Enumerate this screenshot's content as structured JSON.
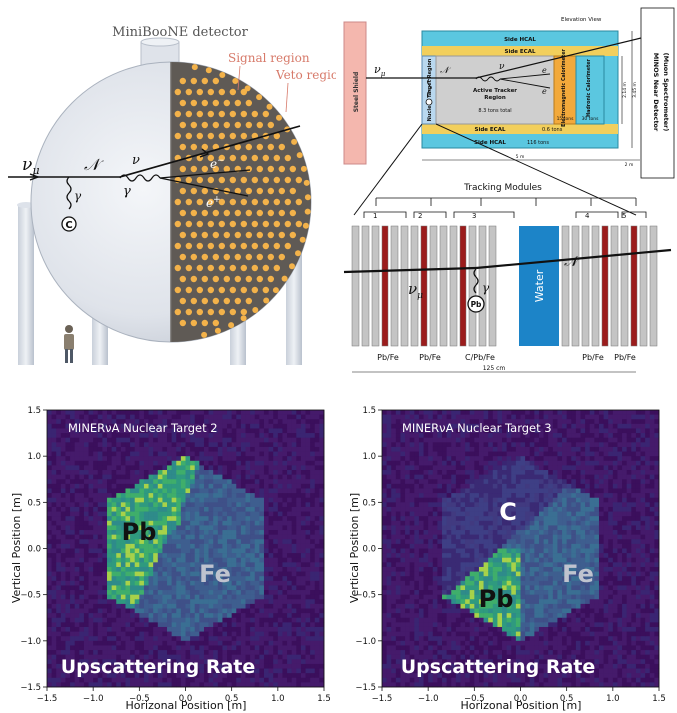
{
  "miniboone": {
    "title": "MiniBooNE detector",
    "signal_region": "Signal region",
    "veto_region": "Veto region",
    "nu_mu": "ν",
    "nu_mu_sub": "μ",
    "N": "𝒩",
    "nu": "ν",
    "gamma1": "γ",
    "gamma2": "γ",
    "eminus": "e",
    "eminus_sup": "−",
    "eplus": "e",
    "eplus_sup": "+",
    "c": "C"
  },
  "minos": {
    "elevation_view": "Elevation View",
    "steel_shield": "Steel Shield",
    "side_hcal": "Side HCAL",
    "side_ecal": "Side ECAL",
    "side_ecal_tons": "0.6 tons",
    "side_hcal_tons": "116 tons",
    "nuclear_target_region": "Nuclear Target Region",
    "active_tracker": "Active Tracker",
    "region": "Region",
    "tons_total": "8.3 tons total",
    "em_cal": "Electromagnetic Calorimeter",
    "em_tons": "15 tons",
    "had_cal": "Hadronic Calorimeter",
    "had_tons": "30 tons",
    "minos_near": "MINOS Near Detector",
    "muon_spec": "(Muon Spectrometer)",
    "dim1": "2.14 m",
    "dim2": "3.45 m",
    "dim_len": "5 m",
    "dim_2m": "2 m",
    "nu_mu": "ν",
    "nu_mu_sub": "μ",
    "N": "𝒩",
    "nu": "ν",
    "eminus": "e",
    "eplus": "e",
    "tracking_modules": "Tracking Modules",
    "module_nums": [
      "1",
      "2",
      "3",
      "4",
      "5"
    ],
    "water": "Water",
    "pb": "Pb",
    "N2": "𝒩",
    "gamma": "γ",
    "target_labels": [
      "Pb/Fe",
      "Pb/Fe",
      "C/Pb/Fe",
      "Pb/Fe",
      "Pb/Fe"
    ],
    "dim_125": "125 cm"
  },
  "heatmaps": [
    {
      "title": "MINERνA Nuclear Target 2",
      "region_labels": [
        "Pb",
        "Fe"
      ],
      "caption": "Upscattering Rate",
      "xlabel": "Horizonal Position [m]",
      "ylabel": "Vertical Position [m]",
      "ticks": [
        "−1.5",
        "−1.0",
        "−0.5",
        "0.0",
        "0.5",
        "1.0",
        "1.5"
      ]
    },
    {
      "title": "MINERνA Nuclear Target 3",
      "region_labels": [
        "C",
        "Pb",
        "Fe"
      ],
      "caption": "Upscattering Rate",
      "xlabel": "Horizonal Position [m]",
      "ylabel": "Vertical Position [m]",
      "ticks": [
        "−1.5",
        "−1.0",
        "−0.5",
        "0.0",
        "0.5",
        "1.0",
        "1.5"
      ]
    }
  ],
  "chart_data": [
    {
      "type": "heatmap",
      "title": "MINERνA Nuclear Target 2",
      "xlabel": "Horizonal Position [m]",
      "ylabel": "Vertical Position [m]",
      "xlim": [
        -1.5,
        1.5
      ],
      "ylim": [
        -1.5,
        1.5
      ],
      "xticks": [
        -1.5,
        -1.0,
        -0.5,
        0.0,
        0.5,
        1.0,
        1.5
      ],
      "yticks": [
        -1.5,
        -1.0,
        -0.5,
        0.0,
        0.5,
        1.0,
        1.5
      ],
      "regions": [
        {
          "label": "Pb",
          "level": "high"
        },
        {
          "label": "Fe",
          "level": "medium"
        }
      ],
      "colors": {
        "background": "#3b0f5c",
        "low": "#3a2a74",
        "medium": "#3e5e8f",
        "high": "#35a07a"
      }
    },
    {
      "type": "heatmap",
      "title": "MINERνA Nuclear Target 3",
      "xlabel": "Horizonal Position [m]",
      "ylabel": "Vertical Position [m]",
      "xlim": [
        -1.5,
        1.5
      ],
      "ylim": [
        -1.5,
        1.5
      ],
      "xticks": [
        -1.5,
        -1.0,
        -0.5,
        0.0,
        0.5,
        1.0,
        1.5
      ],
      "yticks": [
        -1.5,
        -1.0,
        -0.5,
        0.0,
        0.5,
        1.0,
        1.5
      ],
      "regions": [
        {
          "label": "C",
          "level": "low"
        },
        {
          "label": "Pb",
          "level": "high"
        },
        {
          "label": "Fe",
          "level": "medium"
        }
      ],
      "colors": {
        "background": "#3b0f5c",
        "low": "#3a2a74",
        "medium": "#3e5e8f",
        "high": "#35a07a"
      }
    }
  ]
}
